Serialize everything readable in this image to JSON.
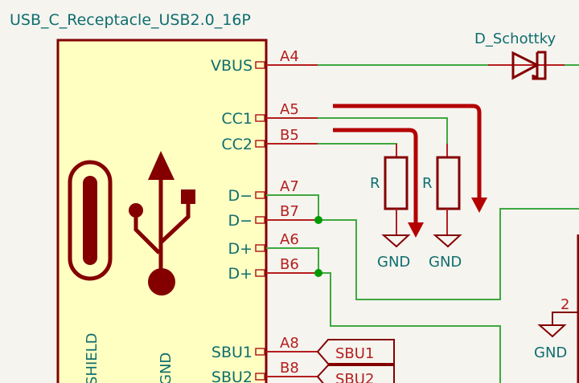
{
  "colors": {
    "background": "#f5f4ef",
    "body_fill": "#ffffc2",
    "outline": "#840000",
    "wire": "#3fa83f",
    "pin_text": "#0f6e6e",
    "pin_number": "#b41e1e",
    "arrow": "#b40000",
    "junction": "#009a00"
  },
  "component": {
    "name": "USB_C_Receptacle_USB2.0_16P",
    "pins": [
      {
        "name": "VBUS",
        "number": "A4"
      },
      {
        "name": "CC1",
        "number": "A5"
      },
      {
        "name": "CC2",
        "number": "B5"
      },
      {
        "name": "D−",
        "number": "A7"
      },
      {
        "name": "D−",
        "number": "B7"
      },
      {
        "name": "D+",
        "number": "A6"
      },
      {
        "name": "D+",
        "number": "B6"
      },
      {
        "name": "SBU1",
        "number": "A8"
      },
      {
        "name": "SBU2",
        "number": "B8"
      }
    ],
    "bottom_labels": {
      "shield": "SHIELD",
      "gnd": "GND"
    },
    "icons": [
      "usb-c-connector-icon",
      "usb-trident-icon"
    ]
  },
  "diode": {
    "name": "D_Schottky"
  },
  "resistors": [
    {
      "label": "R"
    },
    {
      "label": "R"
    }
  ],
  "grounds": [
    {
      "label": "GND"
    },
    {
      "label": "GND"
    },
    {
      "label": "GND"
    }
  ],
  "other_pin": {
    "number": "2"
  },
  "net_labels": [
    {
      "text": "SBU1"
    },
    {
      "text": "SBU2"
    }
  ]
}
